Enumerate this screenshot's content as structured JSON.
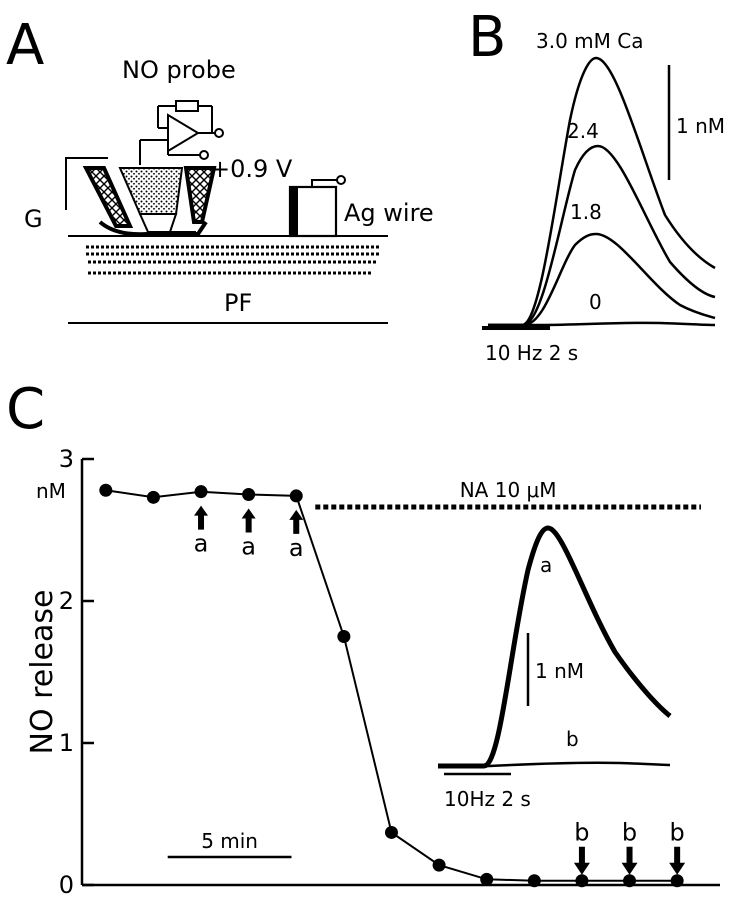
{
  "panels": {
    "a": {
      "letter": "A",
      "probe_label": "NO probe",
      "voltage_label": "+0.9 V",
      "wire_label": "Ag wire",
      "g_label": "G",
      "pf_label": "PF"
    },
    "b": {
      "letter": "B",
      "trace_labels": [
        "3.0 mM Ca",
        "2.4",
        "1.8",
        "0"
      ],
      "scale_label": "1 nM",
      "stim_label": "10 Hz 2 s"
    },
    "c": {
      "letter": "C",
      "inset": {
        "label_a": "a",
        "label_b": "b",
        "scale_label": "1 nM",
        "stim_label": "10Hz 2 s"
      }
    }
  },
  "colors": {
    "ink": "#000000",
    "background": "#ffffff"
  },
  "chart_data": {
    "type": "line",
    "xlabel": "",
    "ylabel": "NO release",
    "yunit": "nM",
    "ylim": [
      0,
      3
    ],
    "yticks": [
      0,
      1,
      2,
      3
    ],
    "ytick_labels": [
      "0",
      "1",
      "2",
      "3"
    ],
    "x": [
      0,
      1,
      2,
      3,
      4,
      5,
      6,
      7,
      8,
      9,
      10,
      11,
      12
    ],
    "values": [
      2.78,
      2.73,
      2.77,
      2.75,
      2.74,
      1.75,
      0.37,
      0.14,
      0.04,
      0.03,
      0.03,
      0.03,
      0.03
    ],
    "xlim": [
      -0.5,
      12.9
    ],
    "scale_bar": {
      "label": "5 min",
      "length_points": 2.6
    },
    "treatment": {
      "label": "NA 10 μM",
      "start_x": 4.4,
      "end_x": 12.5
    },
    "markers": [
      {
        "x": 2,
        "label": "a",
        "direction": "up"
      },
      {
        "x": 3,
        "label": "a",
        "direction": "up"
      },
      {
        "x": 4,
        "label": "a",
        "direction": "up"
      },
      {
        "x": 10,
        "label": "b",
        "direction": "down"
      },
      {
        "x": 11,
        "label": "b",
        "direction": "down"
      },
      {
        "x": 12,
        "label": "b",
        "direction": "down"
      }
    ]
  }
}
